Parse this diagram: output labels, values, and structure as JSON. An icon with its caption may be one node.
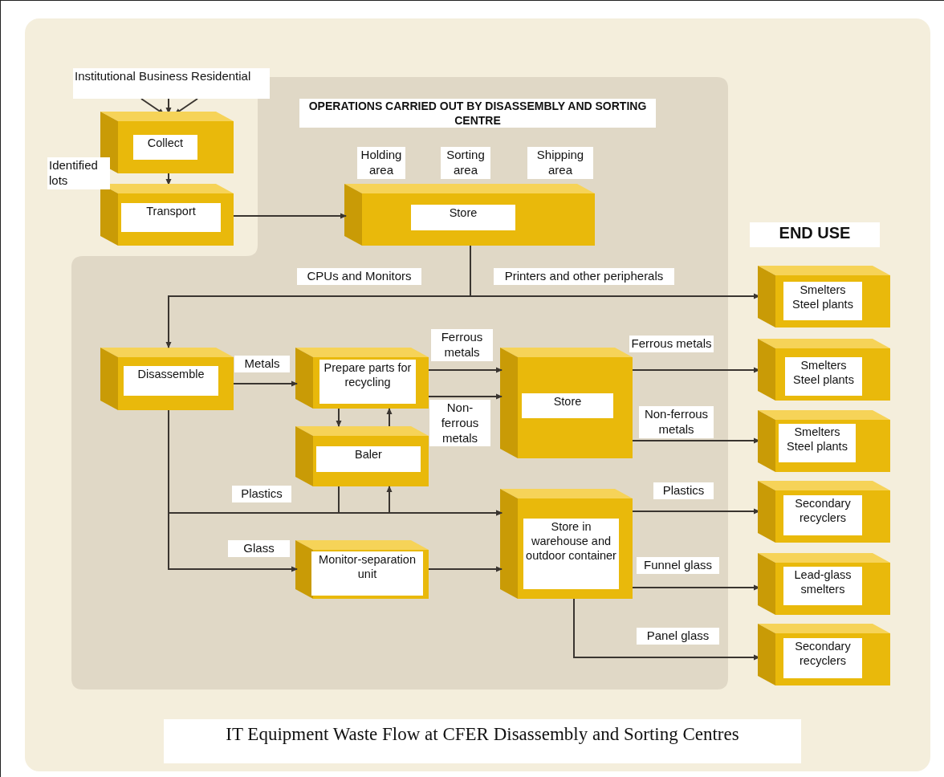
{
  "diagram": {
    "caption": "IT Equipment Waste Flow at CFER Disassembly and Sorting Centres",
    "nodes": [
      {
        "text": [
          "Institutional Business Residential"
        ]
      },
      {
        "text": [
          "Collect"
        ]
      },
      {
        "text": [
          "Transport"
        ]
      },
      {
        "text": [
          "OPERATIONS CARRIED OUT BY DISASSEMBLY AND SORTING CENTRE"
        ]
      },
      {
        "text": [
          "Store"
        ],
        "in": 3,
        "beside": [
          "Holding area",
          "Sorting area",
          "Shipping area"
        ]
      },
      {
        "text": [
          "Disassemble"
        ],
        "in": 3
      },
      {
        "text": [
          "Prepare parts for recycling"
        ],
        "in": 3
      },
      {
        "text": [
          "Baler"
        ],
        "in": 3
      },
      {
        "text": [
          "Store"
        ],
        "in": 3
      },
      {
        "text": [
          "Monitor-separation unit"
        ],
        "in": 3
      },
      {
        "text": [
          "Store in warehouse and outdoor container"
        ],
        "in": 3
      },
      {
        "text": [
          "Smelters Steel plants"
        ]
      },
      {
        "text": [
          "Smelters Steel plants"
        ]
      },
      {
        "text": [
          "Smelters Steel plants"
        ]
      },
      {
        "text": [
          "Secondary recyclers"
        ]
      },
      {
        "text": [
          "Lead-glass smelters"
        ]
      },
      {
        "text": [
          "Secondary recyclers"
        ]
      }
    ],
    "edges": [
      {
        "from": 0,
        "to": 1,
        "arrow": "to"
      },
      {
        "from": 0,
        "to": 1,
        "arrow": "to"
      },
      {
        "from": 0,
        "to": 1,
        "arrow": "to"
      },
      {
        "from": 1,
        "to": 2,
        "arrow": "to"
      },
      {
        "from": 2,
        "to": 4,
        "arrow": "to"
      },
      {
        "from": 4,
        "to": 5,
        "arrow": "to",
        "label": "CPUs and Monitors"
      },
      {
        "from": 4,
        "to": 11,
        "arrow": "to",
        "label": "Printers and other peripherals"
      },
      {
        "from": 5,
        "to": 6,
        "arrow": "to",
        "label": "Metals"
      },
      {
        "from": 6,
        "to": 8,
        "arrow": "to",
        "label": "Ferrous metals"
      },
      {
        "from": 6,
        "to": 8,
        "arrow": "to",
        "label": "Non-ferrous metals"
      },
      {
        "from": 6,
        "to": 7,
        "arrow": "to"
      },
      {
        "from": 7,
        "to": 6,
        "arrow": "to"
      },
      {
        "from": 5,
        "to": 10,
        "arrow": "to",
        "label": "Plastics"
      },
      {
        "from": 5,
        "to": 7,
        "arrow": "to"
      },
      {
        "from": 7,
        "to": 10,
        "arrow": "to"
      },
      {
        "from": 5,
        "to": 9,
        "arrow": "to",
        "label": "Glass"
      },
      {
        "from": 9,
        "to": 10,
        "arrow": "to"
      },
      {
        "from": 8,
        "to": 12,
        "arrow": "to",
        "label": "Ferrous metals"
      },
      {
        "from": 8,
        "to": 13,
        "arrow": "to",
        "label": "Non-ferrous metals"
      },
      {
        "from": 10,
        "to": 14,
        "arrow": "to",
        "label": "Plastics"
      },
      {
        "from": 10,
        "to": 15,
        "arrow": "to",
        "label": "Funnel glass"
      },
      {
        "from": 10,
        "to": 16,
        "arrow": "to",
        "label": "Panel glass"
      }
    ],
    "labels": [
      "Identified lots",
      "END USE"
    ]
  }
}
